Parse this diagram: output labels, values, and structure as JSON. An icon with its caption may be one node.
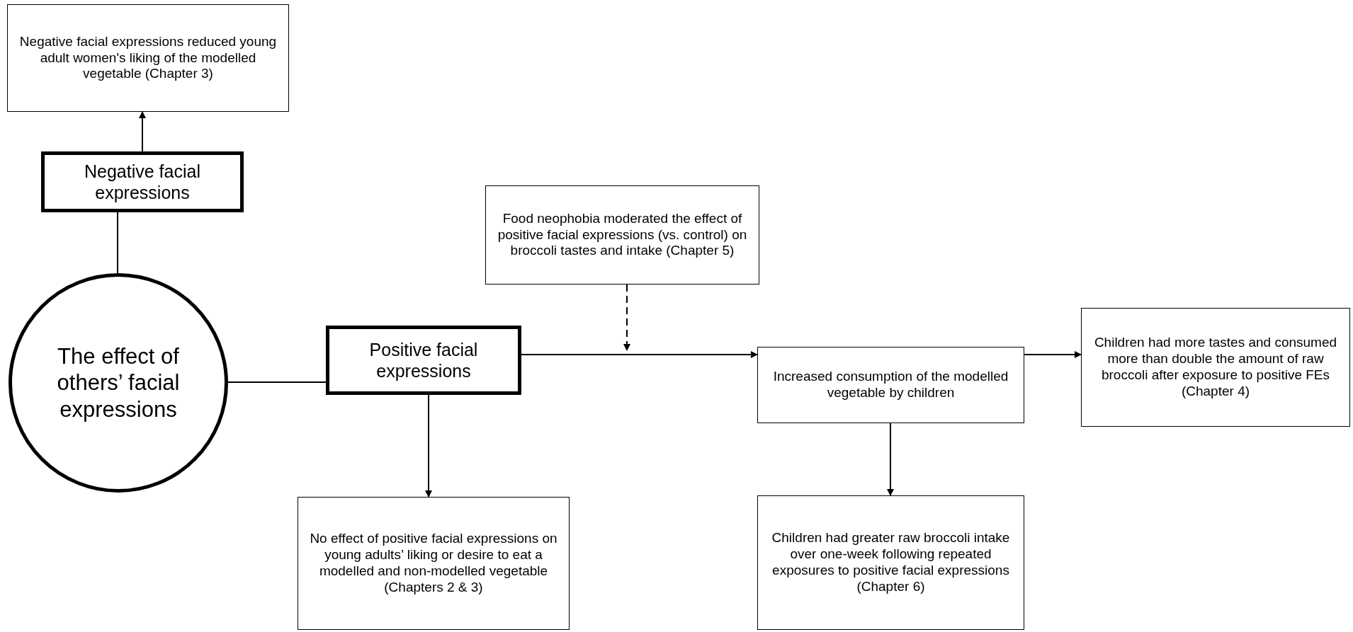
{
  "diagram": {
    "nodes": [
      {
        "text": [
          "Negative facial expressions reduced young adult women's liking of the modelled vegetable (Chapter 3)"
        ]
      },
      {
        "text": [
          "Negative facial expressions"
        ]
      },
      {
        "text": [
          "The effect of others’ facial expressions"
        ]
      },
      {
        "text": [
          "Positive facial expressions"
        ]
      },
      {
        "text": [
          "Food neophobia moderated the effect of positive facial expressions (vs. control) on broccoli tastes and intake (Chapter 5)"
        ]
      },
      {
        "text": [
          "Increased consumption of the modelled vegetable by children"
        ]
      },
      {
        "text": [
          "Children had more tastes and consumed more than double the amount of raw broccoli after exposure to positive FEs (Chapter 4)"
        ]
      },
      {
        "text": [
          "No effect of positive facial expressions on young adults’ liking or desire to eat a modelled and non-modelled vegetable (Chapters 2 & 3)"
        ]
      },
      {
        "text": [
          "Children had greater raw broccoli intake over one-week following repeated exposures to positive facial expressions (Chapter 6)"
        ]
      }
    ],
    "edges": [
      {
        "from": 1,
        "to": 0,
        "arrow": "to"
      },
      {
        "from": 2,
        "to": 1,
        "arrow": "none"
      },
      {
        "from": 2,
        "to": 3,
        "arrow": "none"
      },
      {
        "from": 3,
        "to": 5,
        "arrow": "to"
      },
      {
        "from": 4,
        "to": null,
        "arrow": "to",
        "style": "dashed"
      },
      {
        "from": 3,
        "to": 7,
        "arrow": "to"
      },
      {
        "from": 5,
        "to": 6,
        "arrow": "to"
      },
      {
        "from": 5,
        "to": 8,
        "arrow": "to"
      }
    ]
  }
}
